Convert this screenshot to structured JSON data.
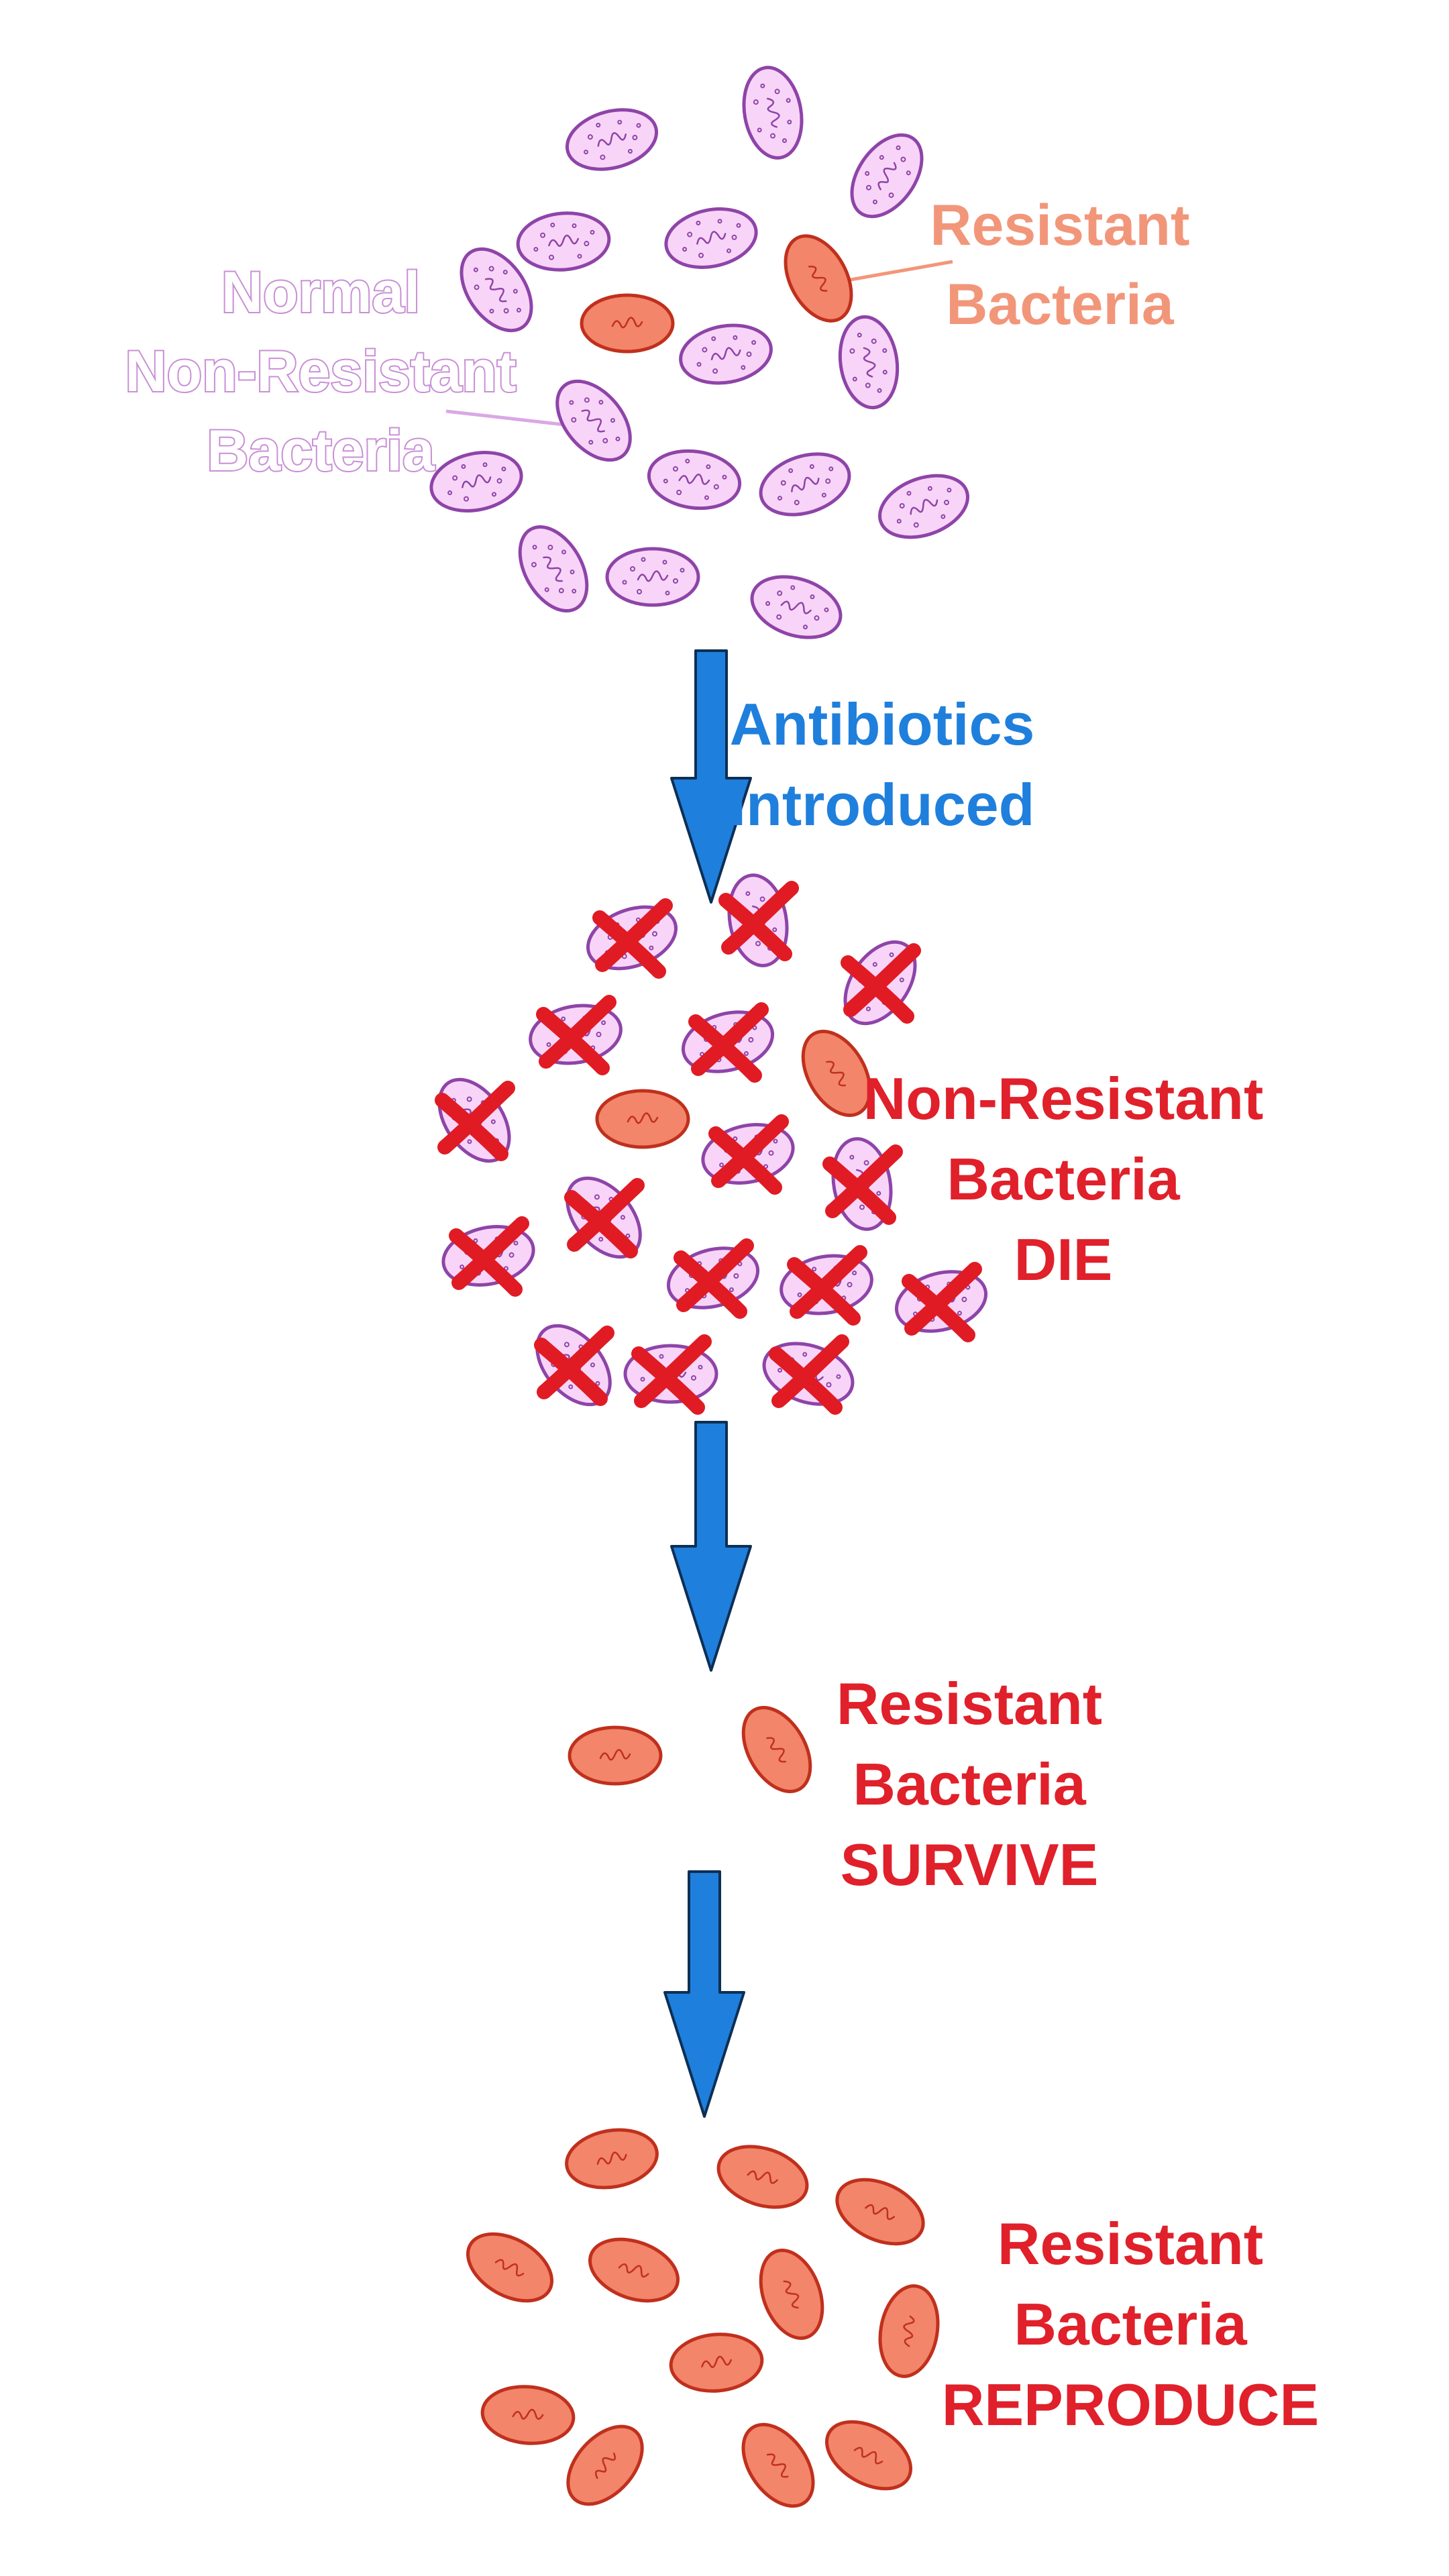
{
  "labels": {
    "normal_bacteria": [
      "Normal",
      "Non-Resistant",
      "Bacteria"
    ],
    "resistant_top": [
      "Resistant",
      "Bacteria"
    ],
    "antibiotics": [
      "Antibiotics",
      "Introduced"
    ],
    "die": [
      "Non-Resistant",
      "Bacteria",
      "DIE"
    ],
    "survive": [
      "Resistant",
      "Bacteria",
      "SURVIVE"
    ],
    "reproduce": [
      "Resistant",
      "Bacteria",
      "REPRODUCE"
    ]
  },
  "colors": {
    "normal_fill": "#f8d5f8",
    "normal_stroke": "#8e44a8",
    "normal_label": "#f3c8f3",
    "resistant_fill": "#f2856a",
    "resistant_stroke": "#c0301d",
    "resistant_label": "#f2967a",
    "arrow": "#1f7fdc",
    "dead_cross": "#e01b24",
    "text_red": "#e0202a",
    "text_blue": "#1f7fdc"
  },
  "icons": {
    "normal": "normal-bacterium-icon",
    "resistant": "resistant-bacterium-icon",
    "dead": "dead-bacterium-icon",
    "arrow": "down-arrow-icon"
  }
}
